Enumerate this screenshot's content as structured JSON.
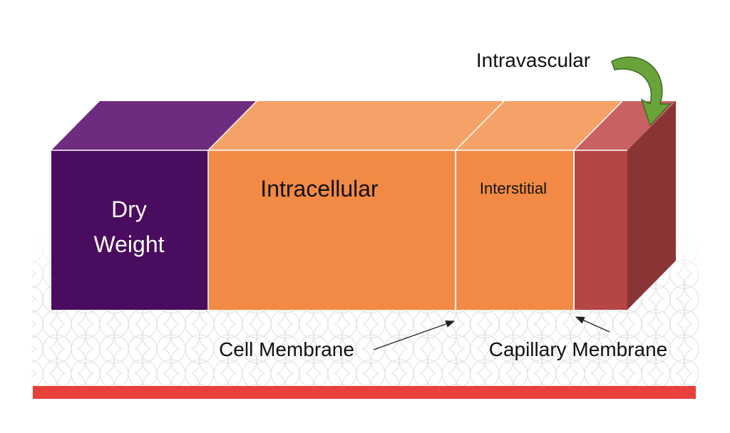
{
  "segments": {
    "dry_weight": {
      "line1": "Dry",
      "line2": "Weight"
    },
    "intracellular": {
      "label": "Intracellular"
    },
    "interstitial": {
      "label": "Interstitial"
    },
    "intravascular": {
      "label": "Intravascular"
    }
  },
  "membranes": {
    "cell": {
      "label": "Cell Membrane"
    },
    "capillary": {
      "label": "Capillary Membrane"
    }
  },
  "colors": {
    "dry_front": "#4a0c5e",
    "dry_top": "#6e2c7f",
    "orange_front": "#f28a45",
    "orange_top": "#f4a267",
    "vascular_front": "#b64545",
    "vascular_top": "#c86262",
    "vascular_side": "#8a3535",
    "arrow_green": "#6aa33a",
    "base_bar": "#e8403a"
  }
}
